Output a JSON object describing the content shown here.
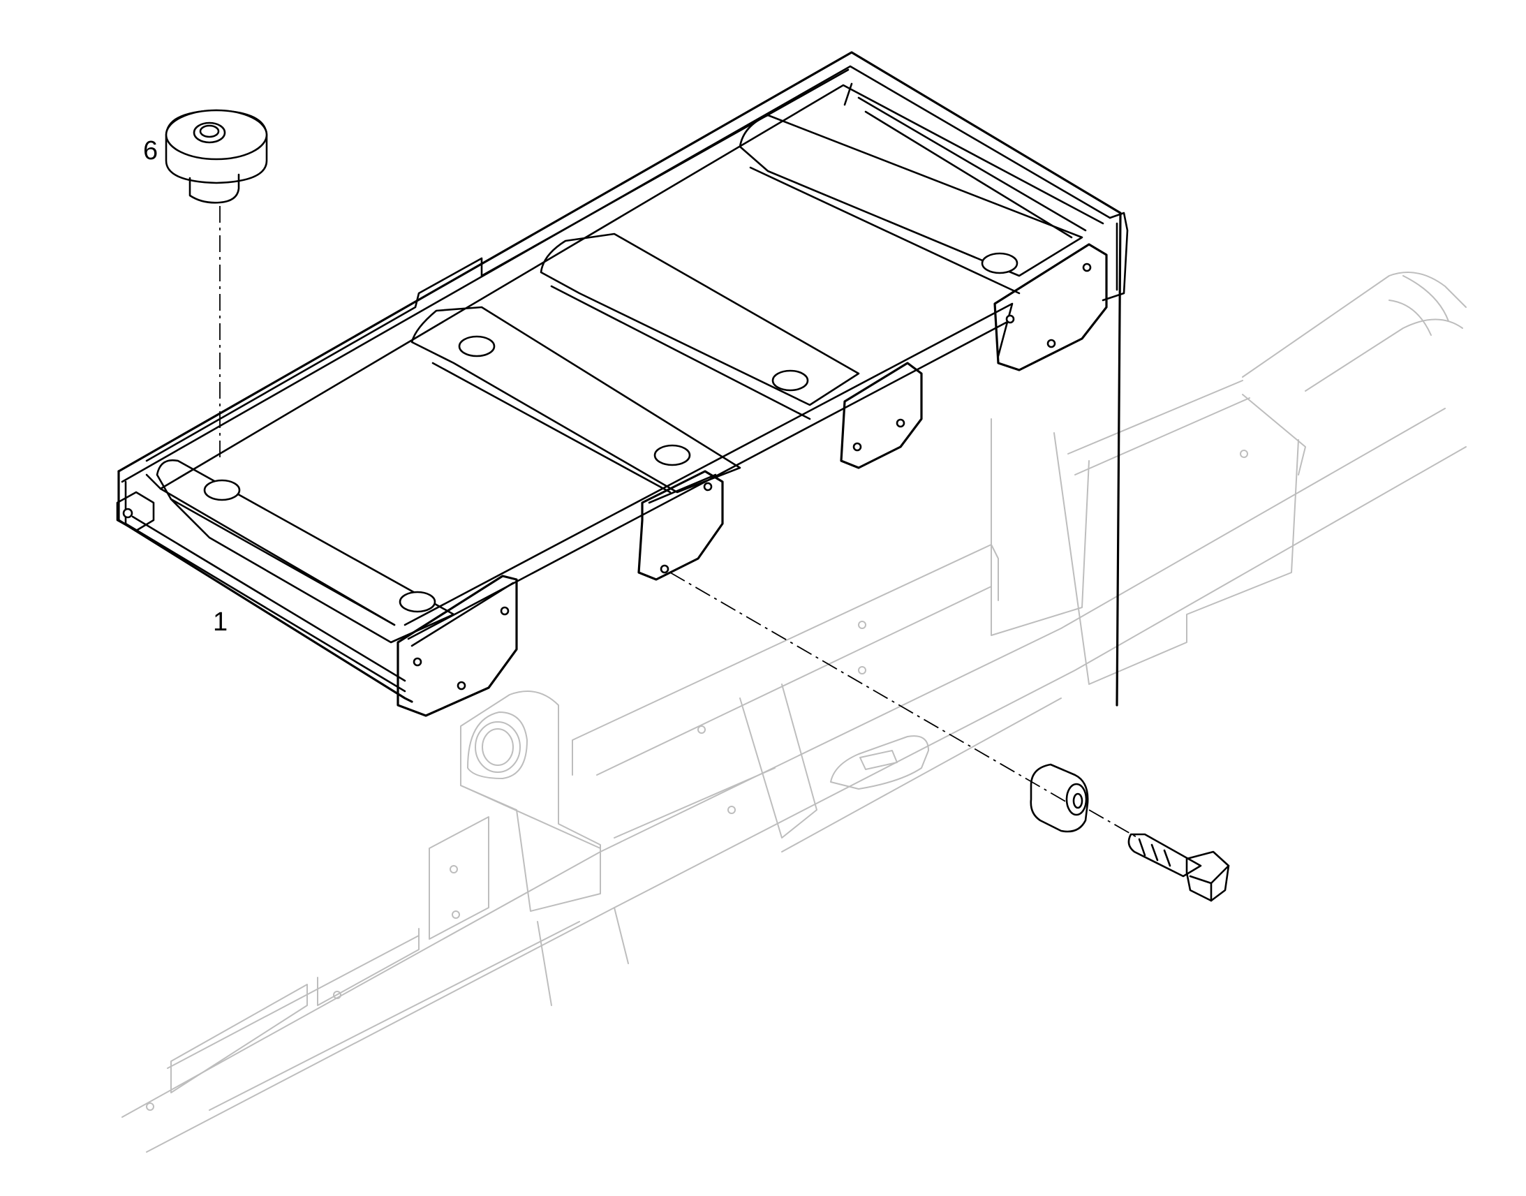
{
  "figure": {
    "callouts": [
      {
        "id": "part-1",
        "text": "1"
      },
      {
        "id": "part-6",
        "text": "6"
      }
    ]
  },
  "colors": {
    "foreground": "#000000",
    "background_context": "#bdbdbd",
    "page": "#ffffff"
  }
}
